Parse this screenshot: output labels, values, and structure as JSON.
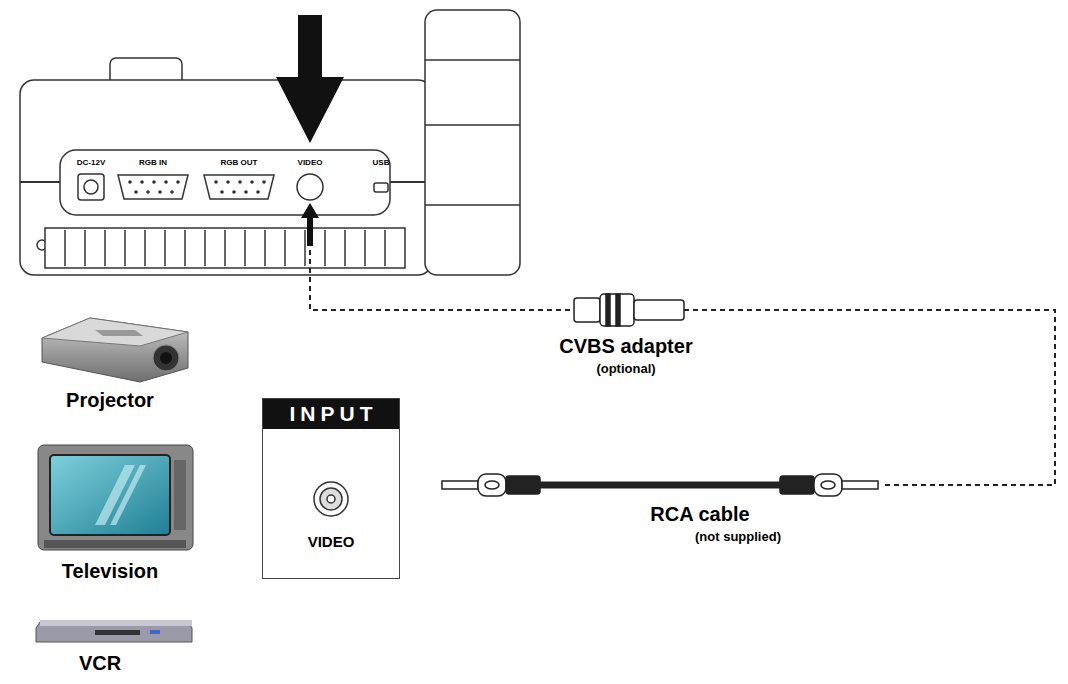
{
  "diagram": {
    "nodes": [
      {
        "text": [
          "INPUT",
          "VIDEO"
        ]
      }
    ],
    "labels": [
      "DC-12V",
      "RGB IN",
      "RGB OUT",
      "VIDEO",
      "USB",
      "CVBS adapter",
      "(optional)",
      "RCA cable",
      "(not supplied)",
      "Projector",
      "Television",
      "VCR"
    ]
  }
}
